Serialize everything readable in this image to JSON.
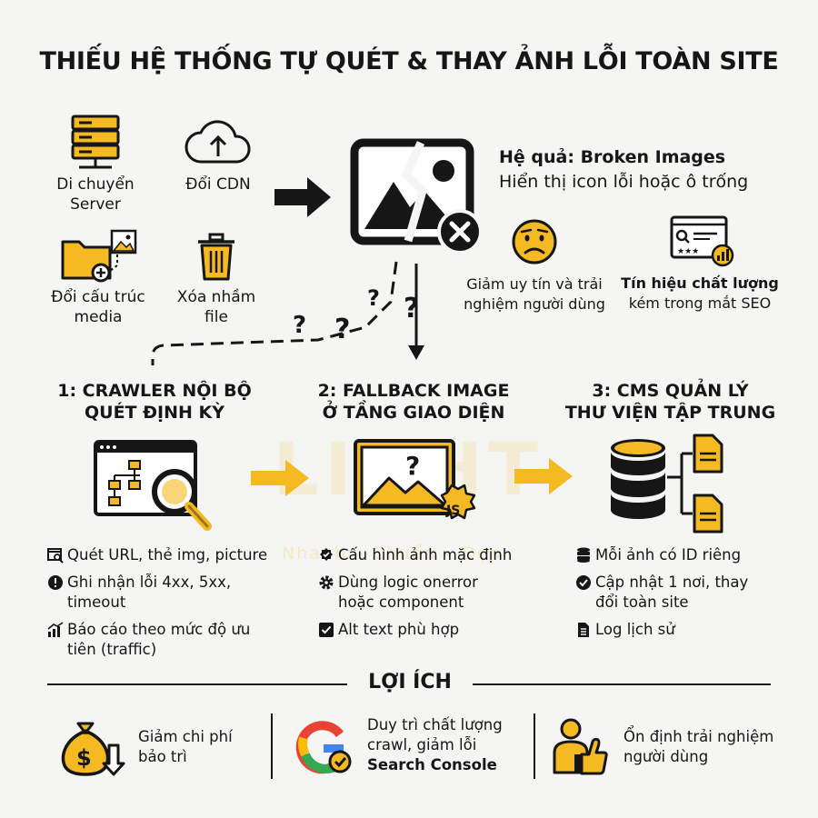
{
  "title": "THIẾU HỆ THỐNG TỰ QUÉT & THAY ẢNH LỖI TOÀN SITE",
  "watermark": {
    "brand": "LIGHT",
    "slogan": "Nhanh – Chuẩn – Đẹp"
  },
  "causes": [
    {
      "icon": "server-icon",
      "label_line1": "Di chuyển",
      "label_line2": "Server"
    },
    {
      "icon": "cloud-upload-icon",
      "label_line1": "Đổi CDN",
      "label_line2": ""
    },
    {
      "icon": "folder-image-icon",
      "label_line1": "Đổi cấu trúc",
      "label_line2": "media"
    },
    {
      "icon": "trash-icon",
      "label_line1": "Xóa nhầm",
      "label_line2": "file"
    }
  ],
  "consequence": {
    "heading": "Hệ quả: Broken Images",
    "subheading": "Hiển thị icon lỗi hoặc ô trống",
    "effects": [
      {
        "icon": "sad-face-icon",
        "line1": "Giảm uy tín và trải",
        "line2": "nghiệm người dùng"
      },
      {
        "icon": "seo-report-icon",
        "line1": "Tín hiệu chất lượng",
        "line2": "kém trong mắt SEO"
      }
    ]
  },
  "question_marks": [
    "?",
    "?",
    "?",
    "?"
  ],
  "solutions": [
    {
      "title_line1": "1: CRAWLER NỘI BỘ",
      "title_line2": "QUÉT ĐỊNH KỲ",
      "icon": "crawler-search-icon",
      "bullets": [
        {
          "icon": "scan-icon",
          "line1": "Quét URL, thẻ img, picture",
          "line2": ""
        },
        {
          "icon": "alert-icon",
          "line1": "Ghi nhận lỗi 4xx, 5xx, timeout",
          "line2": ""
        },
        {
          "icon": "bar-chart-icon",
          "line1": "Báo cáo theo mức độ ưu",
          "line2": "tiên (traffic)"
        }
      ]
    },
    {
      "title_line1": "2: FALLBACK IMAGE",
      "title_line2": "Ở TẦNG GIAO DIỆN",
      "icon": "fallback-image-js-icon",
      "js_badge": "JS",
      "bullets": [
        {
          "icon": "verified-badge-icon",
          "line1": "Cấu hình ảnh mặc định",
          "line2": ""
        },
        {
          "icon": "gear-icon",
          "line1": "Dùng logic onerror",
          "line2": "hoặc component"
        },
        {
          "icon": "checkbox-icon",
          "line1": "Alt text phù hợp",
          "line2": ""
        }
      ]
    },
    {
      "title_line1": "3: CMS QUẢN LÝ",
      "title_line2": "THƯ VIỆN TẬP TRUNG",
      "icon": "database-docs-icon",
      "bullets": [
        {
          "icon": "database-icon",
          "line1": "Mỗi ảnh có ID riêng",
          "line2": ""
        },
        {
          "icon": "check-circle-icon",
          "line1": "Cập nhật 1 nơi, thay",
          "line2": "đổi toàn site"
        },
        {
          "icon": "document-icon",
          "line1": "Log lịch sử",
          "line2": ""
        }
      ]
    }
  ],
  "benefits": {
    "heading": "LỢI ÍCH",
    "items": [
      {
        "icon": "money-bag-down-icon",
        "line1": "Giảm chi phí",
        "line2": "bảo trì",
        "line3": ""
      },
      {
        "icon": "google-check-icon",
        "line1": "Duy trì chất lượng",
        "line2": "crawl, giảm lỗi",
        "line3": "Search Console"
      },
      {
        "icon": "user-thumbs-up-icon",
        "line1": "Ổn định trải nghiệm",
        "line2": "người dùng",
        "line3": ""
      }
    ]
  },
  "colors": {
    "accent": "#f5b921",
    "dark": "#161616",
    "background": "#f5f5f3"
  }
}
